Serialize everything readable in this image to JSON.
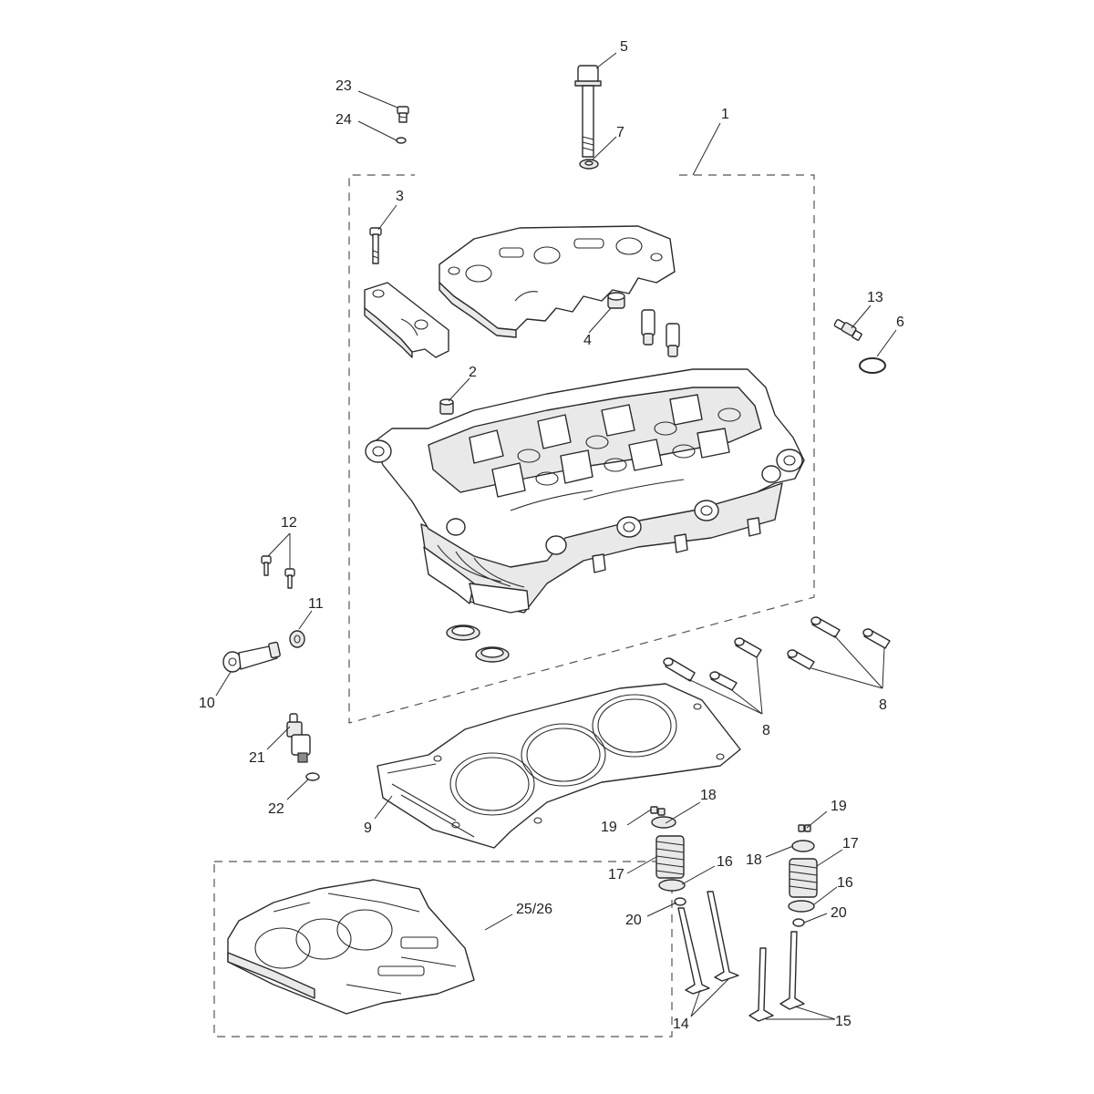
{
  "callouts": [
    {
      "id": "c1",
      "text": "1"
    },
    {
      "id": "c2",
      "text": "2"
    },
    {
      "id": "c3",
      "text": "3"
    },
    {
      "id": "c4",
      "text": "4"
    },
    {
      "id": "c5",
      "text": "5"
    },
    {
      "id": "c6",
      "text": "6"
    },
    {
      "id": "c7",
      "text": "7"
    },
    {
      "id": "c8a",
      "text": "8"
    },
    {
      "id": "c8b",
      "text": "8"
    },
    {
      "id": "c9",
      "text": "9"
    },
    {
      "id": "c10",
      "text": "10"
    },
    {
      "id": "c11",
      "text": "11"
    },
    {
      "id": "c12",
      "text": "12"
    },
    {
      "id": "c13",
      "text": "13"
    },
    {
      "id": "c14",
      "text": "14"
    },
    {
      "id": "c15",
      "text": "15"
    },
    {
      "id": "c16a",
      "text": "16"
    },
    {
      "id": "c16b",
      "text": "16"
    },
    {
      "id": "c17a",
      "text": "17"
    },
    {
      "id": "c17b",
      "text": "17"
    },
    {
      "id": "c18a",
      "text": "18"
    },
    {
      "id": "c18b",
      "text": "18"
    },
    {
      "id": "c19a",
      "text": "19"
    },
    {
      "id": "c19b",
      "text": "19"
    },
    {
      "id": "c20a",
      "text": "20"
    },
    {
      "id": "c20b",
      "text": "20"
    },
    {
      "id": "c21",
      "text": "21"
    },
    {
      "id": "c22",
      "text": "22"
    },
    {
      "id": "c23",
      "text": "23"
    },
    {
      "id": "c24",
      "text": "24"
    },
    {
      "id": "c25",
      "text": "25/26"
    }
  ]
}
